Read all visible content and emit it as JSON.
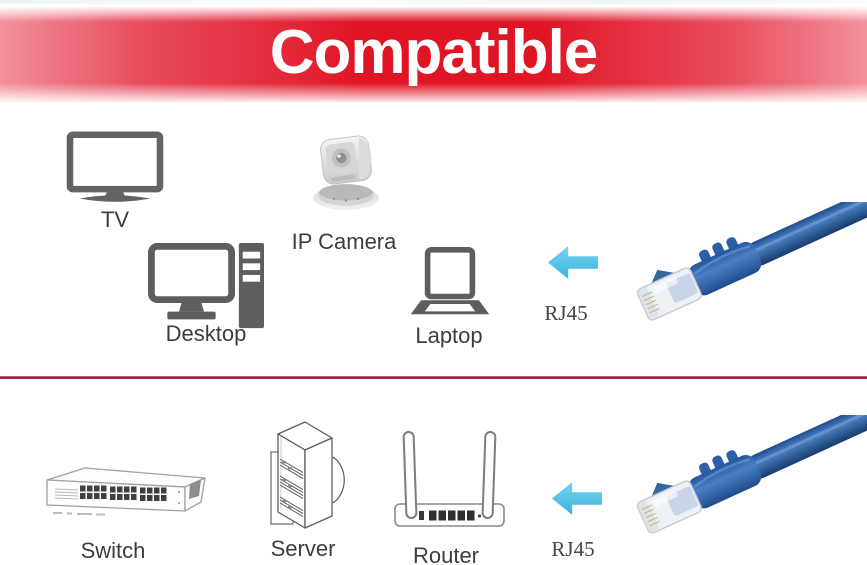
{
  "banner": {
    "title": "Compatible"
  },
  "top_section": {
    "devices": [
      {
        "id": "tv",
        "label": "TV"
      },
      {
        "id": "ip-camera",
        "label": "IP Camera"
      },
      {
        "id": "desktop",
        "label": "Desktop"
      },
      {
        "id": "laptop",
        "label": "Laptop"
      }
    ],
    "connector": {
      "label": "RJ45",
      "arrow_direction": "left"
    }
  },
  "bottom_section": {
    "devices": [
      {
        "id": "switch",
        "label": "Switch"
      },
      {
        "id": "server",
        "label": "Server"
      },
      {
        "id": "router",
        "label": "Router"
      }
    ],
    "connector": {
      "label": "RJ45",
      "arrow_direction": "left"
    }
  },
  "colors": {
    "banner_red": "#e01424",
    "banner_edge_pink": "#f2919c",
    "arrow_cyan": "#5cc6e9",
    "cable_blue": "#3a6fb5",
    "icon_gray": "#5e5e5e",
    "divider_red": "#8e1f35",
    "label_text": "#3d3d3d"
  }
}
